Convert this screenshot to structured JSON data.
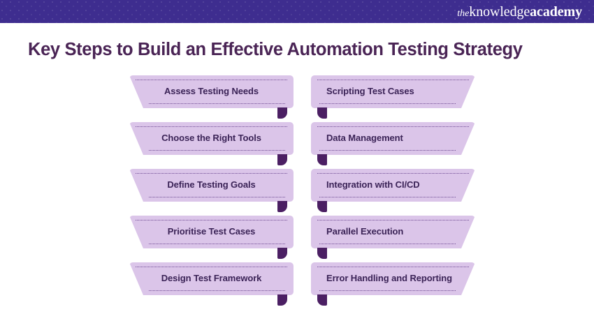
{
  "header": {
    "brand": {
      "the": "the",
      "knowledge": "knowledge",
      "academy": "academy"
    },
    "background_color": "#3e2d8f"
  },
  "title": "Key Steps to Build an Effective Automation Testing Strategy",
  "title_color": "#4a2455",
  "diagram": {
    "type": "two-column-ribbon-list",
    "ribbon_fill": "#dbc5e9",
    "ribbon_border": "#6f4b93",
    "tail_color": "#4b1f63",
    "label_color": "#3b2357",
    "columns": [
      {
        "side": "left",
        "steps": [
          {
            "label": "Assess Testing Needs"
          },
          {
            "label": "Choose the Right Tools"
          },
          {
            "label": "Define Testing Goals"
          },
          {
            "label": "Prioritise Test Cases"
          },
          {
            "label": "Design Test Framework"
          }
        ]
      },
      {
        "side": "right",
        "steps": [
          {
            "label": "Scripting Test Cases"
          },
          {
            "label": "Data Management"
          },
          {
            "label": "Integration with CI/CD"
          },
          {
            "label": "Parallel Execution"
          },
          {
            "label": "Error Handling and Reporting"
          }
        ]
      }
    ]
  }
}
